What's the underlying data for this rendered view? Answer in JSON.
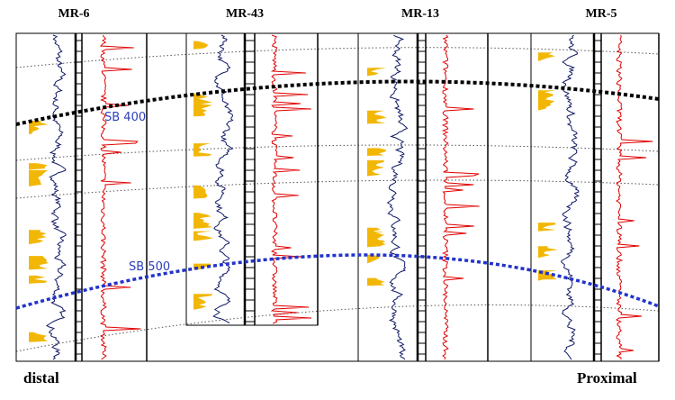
{
  "figure": {
    "wells": [
      {
        "name": "MR-6"
      },
      {
        "name": "MR-43"
      },
      {
        "name": "MR-13"
      },
      {
        "name": "MR-5"
      }
    ],
    "boundaries": [
      {
        "label": "SB 400",
        "color": "#000000"
      },
      {
        "label": "SB 500",
        "color": "#2233cc"
      }
    ],
    "edges": {
      "left": "distal",
      "right": "Proximal"
    },
    "colors": {
      "gamma_ray": "#111a66",
      "gamma_fill": "#f2b705",
      "resistivity": "#e00000",
      "correlation": "#555555"
    }
  }
}
